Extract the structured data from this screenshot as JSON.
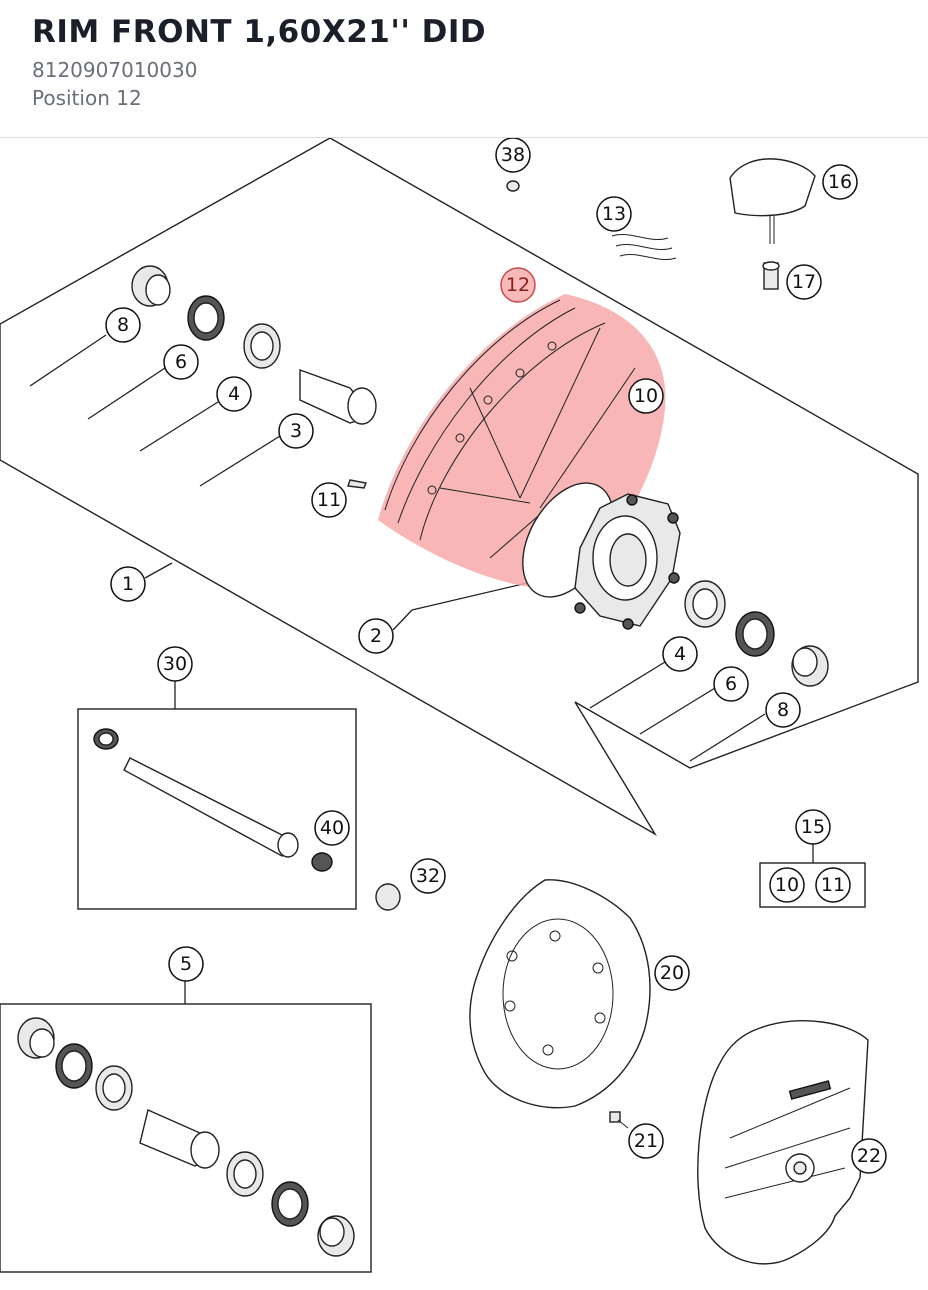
{
  "header": {
    "title": "RIM FRONT 1,60X21'' DID",
    "part_number": "8120907010030",
    "position": "Position 12"
  },
  "highlight_color": "#f7a9a9",
  "callouts": {
    "c38": "38",
    "c16": "16",
    "c13": "13",
    "c17": "17",
    "c12": "12",
    "c8a": "8",
    "c6a": "6",
    "c4a": "4",
    "c3": "3",
    "c10a": "10",
    "c11a": "11",
    "c1": "1",
    "c2": "2",
    "c4b": "4",
    "c6b": "6",
    "c8b": "8",
    "c30": "30",
    "c40": "40",
    "c32": "32",
    "c15": "15",
    "c10b": "10",
    "c11b": "11",
    "c5": "5",
    "c20": "20",
    "c21": "21",
    "c22": "22"
  }
}
